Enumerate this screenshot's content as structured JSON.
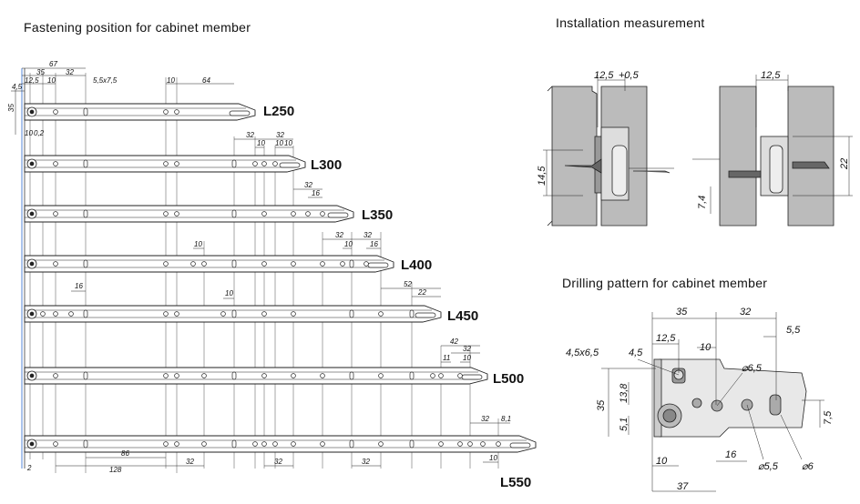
{
  "headings": {
    "fastening": "Fastening position for cabinet member",
    "installation": "Installation measurement",
    "drilling": "Drilling pattern for cabinet member"
  },
  "rails": [
    {
      "label": "L250"
    },
    {
      "label": "L300"
    },
    {
      "label": "L350"
    },
    {
      "label": "L400"
    },
    {
      "label": "L450"
    },
    {
      "label": "L500"
    },
    {
      "label": "L550"
    }
  ],
  "fastening_dims": {
    "top": {
      "d67": "67",
      "d35": "35",
      "d32": "32",
      "d12_5": "12,5",
      "d10a": "10",
      "d4_5": "4,5",
      "slot": "5,5x7,5",
      "d10b": "10",
      "d64": "64",
      "side35": "35"
    },
    "r250": {
      "d10_2": "10",
      "d0_2": "0,2"
    },
    "r300": {
      "d32a": "32",
      "d32b": "32",
      "d10a": "10",
      "d10b": "10",
      "d10c": "10"
    },
    "r350": {
      "d32": "32",
      "d16": "16"
    },
    "r400": {
      "d10": "10",
      "d32a": "32",
      "d32b": "32",
      "d10b": "10",
      "d16": "16"
    },
    "r450": {
      "d16": "16",
      "d10": "10",
      "d52": "52",
      "d22": "22"
    },
    "r500": {
      "d42": "42",
      "d32": "32",
      "d11": "11",
      "d10": "10"
    },
    "r550": {
      "d32": "32",
      "d8_1": "8,1",
      "d10": "10",
      "d2": "2",
      "d86": "86",
      "d128": "128",
      "d32a": "32",
      "d32b": "32",
      "d32c": "32"
    }
  },
  "installation_dims": {
    "left_top": "12,5",
    "left_tol": "+0,5",
    "left_side": "14,5",
    "right_top": "12,5",
    "right_side": "22",
    "right_bottom": "7,4"
  },
  "drilling_dims": {
    "d35_top": "35",
    "d32_top": "32",
    "d12_5": "12,5",
    "d5_5_top": "5,5",
    "d10": "10",
    "hole_label": "4,5x6,5",
    "d4_5": "4,5",
    "dia6_5": "6,5",
    "d35_side": "35",
    "d13_8": "13,8",
    "d5_1": "5,1",
    "d7_5": "7,5",
    "d16": "16",
    "dia5_5": "5,5",
    "dia6": "6",
    "d10_bottom": "10",
    "d37": "37"
  }
}
